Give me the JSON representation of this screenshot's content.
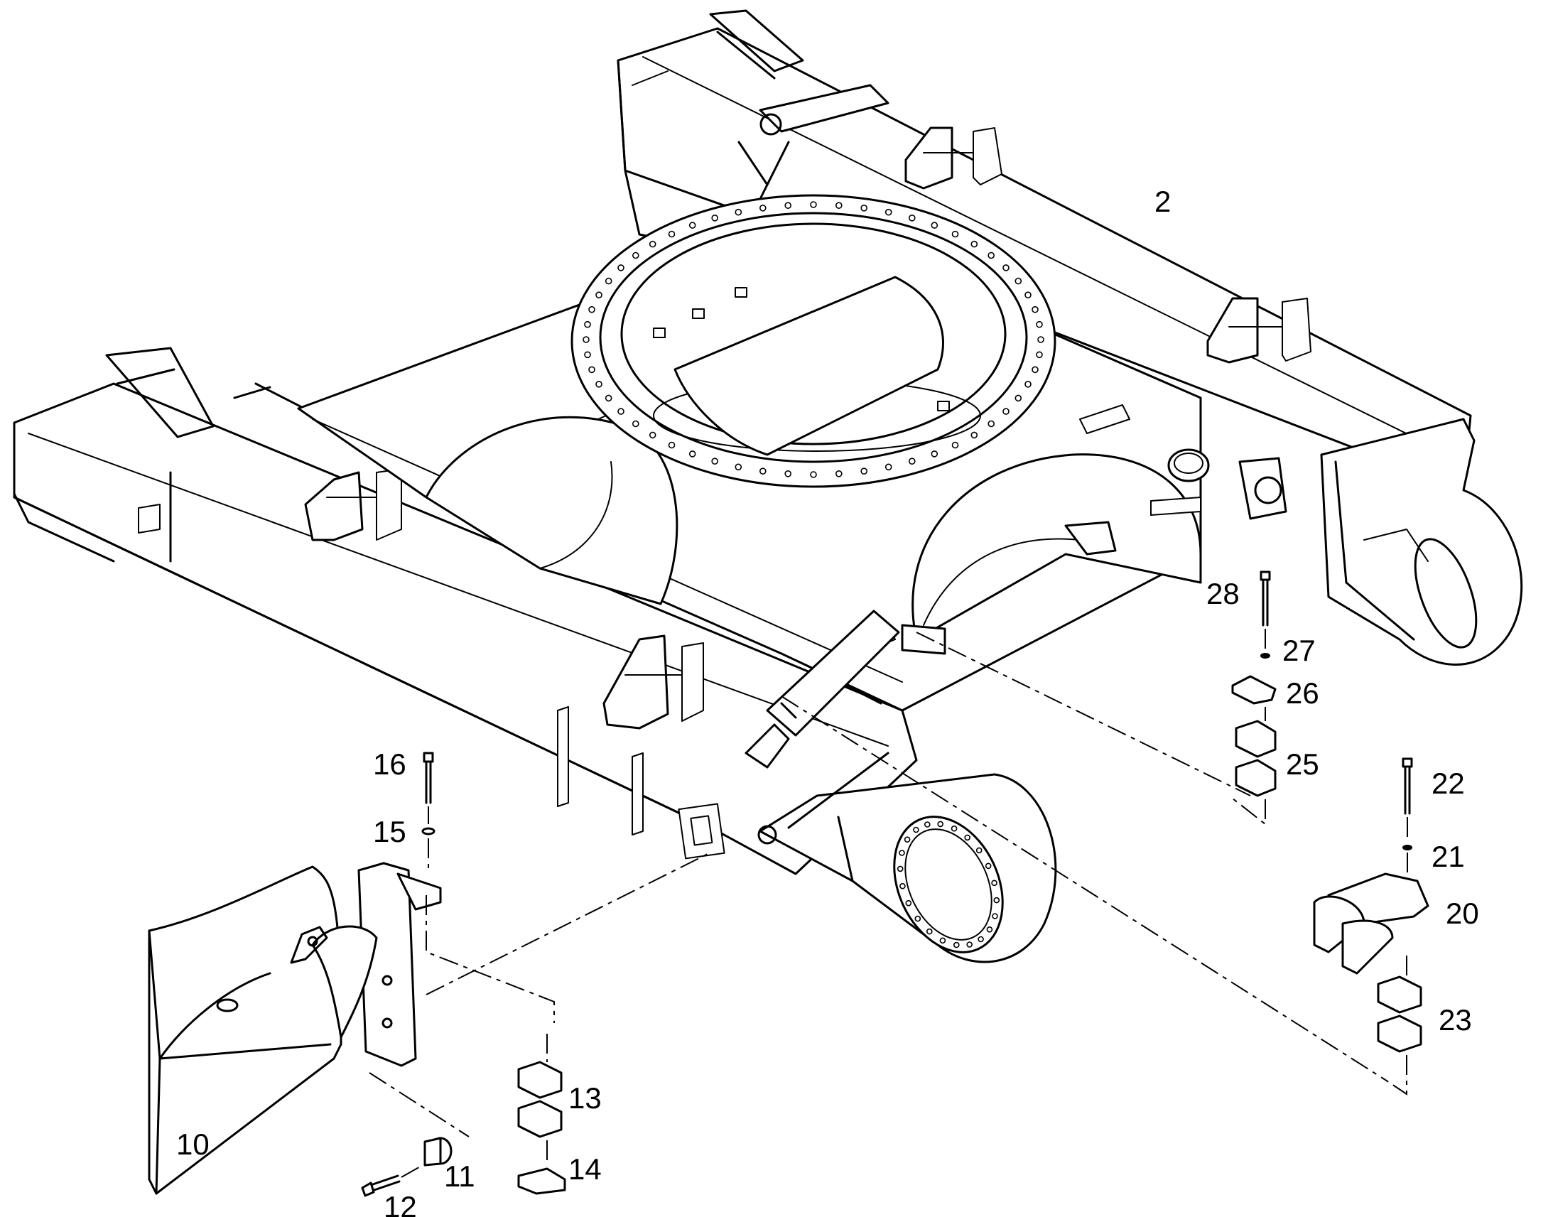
{
  "callouts": [
    {
      "id": "2",
      "label": "2"
    },
    {
      "id": "10",
      "label": "10"
    },
    {
      "id": "11",
      "label": "11"
    },
    {
      "id": "12",
      "label": "12"
    },
    {
      "id": "13",
      "label": "13"
    },
    {
      "id": "14",
      "label": "14"
    },
    {
      "id": "15",
      "label": "15"
    },
    {
      "id": "16",
      "label": "16"
    },
    {
      "id": "20",
      "label": "20"
    },
    {
      "id": "21",
      "label": "21"
    },
    {
      "id": "22",
      "label": "22"
    },
    {
      "id": "23",
      "label": "23"
    },
    {
      "id": "25",
      "label": "25"
    },
    {
      "id": "26",
      "label": "26"
    },
    {
      "id": "27",
      "label": "27"
    },
    {
      "id": "28",
      "label": "28"
    }
  ]
}
